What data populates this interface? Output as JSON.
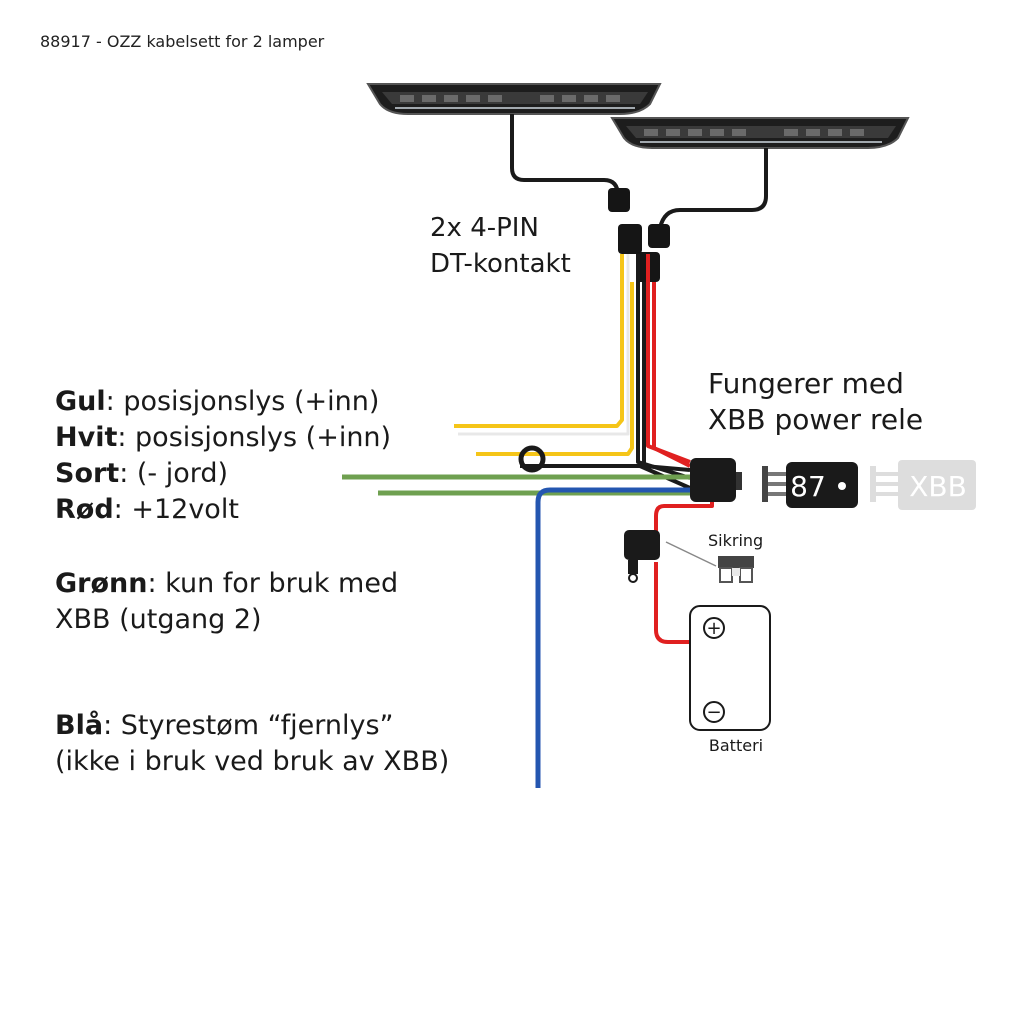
{
  "title": "88917 - OZZ kabelsett for 2 lamper",
  "connector_label": {
    "line1": "2x 4-PIN",
    "line2": "DT-kontakt"
  },
  "relay_label": {
    "line1": "Fungerer med",
    "line2": "XBB power rele"
  },
  "relay_pin": "87",
  "xbb_text": "XBB",
  "fuse_label": "Sikring",
  "battery_label": "Batteri",
  "battery_plus": "+",
  "battery_minus": "−",
  "legend": [
    {
      "key": "Gul",
      "text": ": posisjonslys (+inn)"
    },
    {
      "key": "Hvit",
      "text": ": posisjonslys (+inn)"
    },
    {
      "key": "Sort",
      "text": ": (- jord)"
    },
    {
      "key": "Rød",
      "text": ": +12volt"
    },
    {
      "key": "Grønn",
      "text": ": kun for bruk med"
    },
    {
      "key": "",
      "text": "XBB (utgang 2)"
    },
    {
      "key": "Blå",
      "text": ": Styrestøm “fjernlys”"
    },
    {
      "key": "",
      "text": "(ikke i bruk ved bruk av XBB)"
    }
  ],
  "colors": {
    "yellow": "#f5c518",
    "white_wire": "#e8e8e8",
    "black": "#1a1a1a",
    "red": "#e02020",
    "green": "#6fa050",
    "blue": "#2456b0",
    "relay_ghost": "#dddddd"
  }
}
